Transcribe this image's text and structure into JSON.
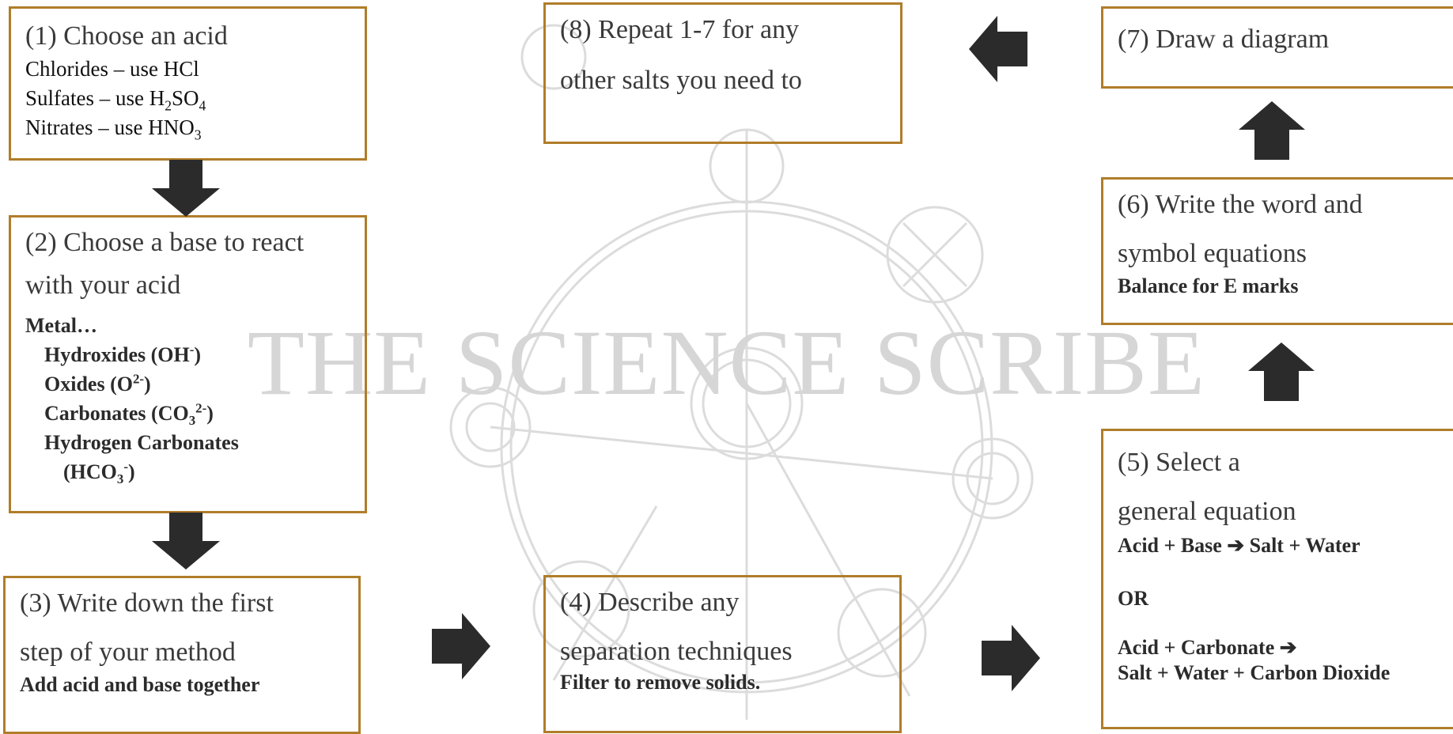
{
  "watermark": {
    "text": "THE SCIENCE SCRIBE"
  },
  "step1": {
    "heading": "(1) Choose an acid",
    "lines": [
      {
        "pre": "Chlorides – use HCl",
        "sub1": "",
        "mid": "",
        "sub2": "",
        "post": ""
      },
      {
        "pre": "Sulfates – use H",
        "sub1": "2",
        "mid": "SO",
        "sub2": "4",
        "post": ""
      },
      {
        "pre": "Nitrates – use HNO",
        "sub1": "3",
        "mid": "",
        "sub2": "",
        "post": ""
      }
    ]
  },
  "step2": {
    "heading_line1": "(2) Choose a base to react",
    "heading_line2": "with your acid",
    "metal": "Metal…",
    "hydroxides": {
      "text": "Hydroxides (OH",
      "sup": "-",
      "close": ")"
    },
    "oxides": {
      "text": "Oxides (O",
      "sup": "2-",
      "close": ")"
    },
    "carbonates": {
      "text": "Carbonates (CO",
      "sub": "3",
      "sup": "2-",
      "close": ")"
    },
    "hydrogen_carbonates": "Hydrogen Carbonates",
    "hco3": {
      "text": "(HCO",
      "sub": "3",
      "sup": "-",
      "close": ")"
    }
  },
  "step3": {
    "heading_line1": "(3) Write down the first",
    "heading_line2": "step of your method",
    "detail": "Add acid and base together"
  },
  "step4": {
    "heading_line1": "(4) Describe any",
    "heading_line2": "separation techniques",
    "detail": "Filter to remove solids."
  },
  "step5": {
    "heading_line1": "(5) Select a",
    "heading_line2": "general equation",
    "eq1_left": "Acid + Base",
    "arrow_glyph": "➔",
    "eq1_right": "Salt + Water",
    "or": "OR",
    "eq2_left": "Acid + Carbonate",
    "eq2_right": "Salt + Water + Carbon Dioxide"
  },
  "step6": {
    "heading_line1": "(6) Write the word and",
    "heading_line2": "symbol equations",
    "detail": "Balance for E marks"
  },
  "step7": {
    "heading": "(7) Draw a diagram"
  },
  "step8": {
    "heading_line1": "(8) Repeat 1-7 for any",
    "heading_line2": "other salts you need to"
  },
  "colors": {
    "box_border": "#b07d2a",
    "arrow": "#2b2b2b",
    "watermark": "#d6d6d6"
  }
}
